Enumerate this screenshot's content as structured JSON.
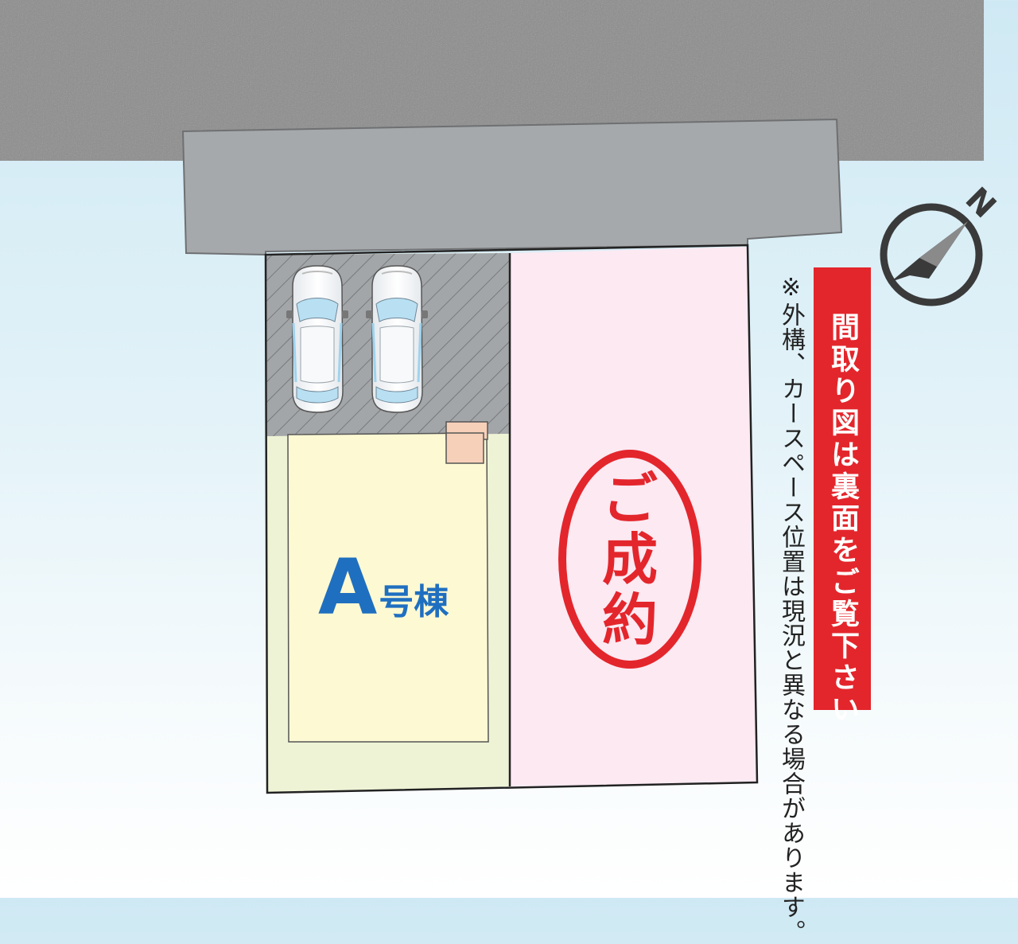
{
  "map": {
    "lot_a": {
      "letter": "A",
      "suffix": "号棟"
    },
    "sold_lot": {
      "stamp_chars": [
        "ご",
        "成",
        "約"
      ]
    },
    "notice": {
      "text": "間取り図は裏面をご覧下さい"
    },
    "disclaimer": {
      "text": "※外構、カースペース位置は現況と異なる場合があります。"
    },
    "compass": {
      "north_label": "N"
    },
    "parking": {
      "car_count": 2
    },
    "icons": [
      "car-icon",
      "compass-icon"
    ],
    "colors": {
      "road": "#8f8f8f",
      "sidewalk": "#a6a9ab",
      "parking": "#a3a6a8",
      "lot_a_yard": "#eef3d6",
      "lot_a_building": "#fdf9d3",
      "lot_sold": "#fce9f2",
      "porch": "#f7d0ba",
      "accent_blue": "#1f6fc0",
      "accent_red": "#e3262c",
      "sky": "#cfe9f4"
    }
  }
}
